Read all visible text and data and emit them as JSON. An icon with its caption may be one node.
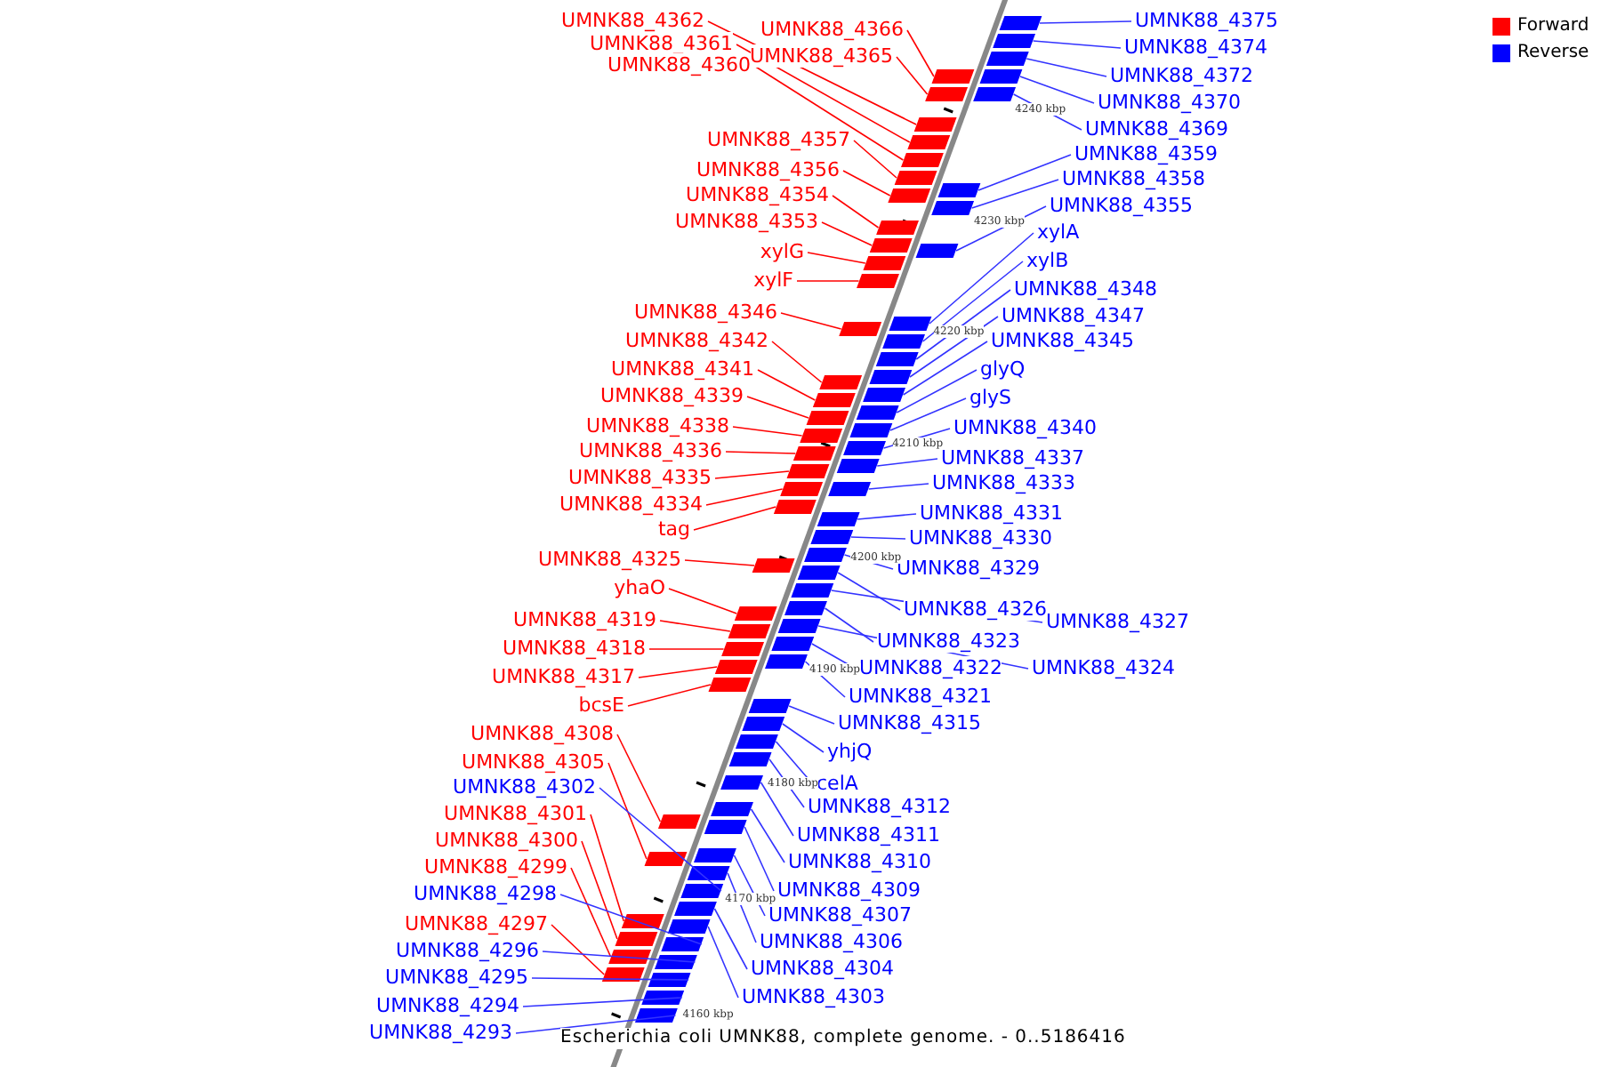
{
  "diagram": {
    "caption": "Escherichia coli UMNK88, complete genome. - 0..5186416",
    "nodes": [
      {
        "text": [
          "UMNK88_4362"
        ]
      },
      {
        "text": [
          "UMNK88_4366"
        ]
      },
      {
        "text": [
          "UMNK88_4361"
        ]
      },
      {
        "text": [
          "UMNK88_4365"
        ]
      },
      {
        "text": [
          "UMNK88_4360"
        ]
      },
      {
        "text": [
          "UMNK88_4357"
        ]
      },
      {
        "text": [
          "UMNK88_4356"
        ]
      },
      {
        "text": [
          "UMNK88_4354"
        ]
      },
      {
        "text": [
          "UMNK88_4353"
        ]
      },
      {
        "text": [
          "xylG"
        ]
      },
      {
        "text": [
          "xylF"
        ]
      },
      {
        "text": [
          "UMNK88_4346"
        ]
      },
      {
        "text": [
          "UMNK88_4342"
        ]
      },
      {
        "text": [
          "UMNK88_4341"
        ]
      },
      {
        "text": [
          "UMNK88_4339"
        ]
      },
      {
        "text": [
          "UMNK88_4338"
        ]
      },
      {
        "text": [
          "UMNK88_4336"
        ]
      },
      {
        "text": [
          "UMNK88_4335"
        ]
      },
      {
        "text": [
          "UMNK88_4334"
        ]
      },
      {
        "text": [
          "tag"
        ]
      },
      {
        "text": [
          "UMNK88_4325"
        ]
      },
      {
        "text": [
          "yhaO"
        ]
      },
      {
        "text": [
          "UMNK88_4319"
        ]
      },
      {
        "text": [
          "UMNK88_4318"
        ]
      },
      {
        "text": [
          "UMNK88_4317"
        ]
      },
      {
        "text": [
          "bcsE"
        ]
      },
      {
        "text": [
          "UMNK88_4308"
        ]
      },
      {
        "text": [
          "UMNK88_4305"
        ]
      },
      {
        "text": [
          "UMNK88_4302"
        ]
      },
      {
        "text": [
          "UMNK88_4301"
        ]
      },
      {
        "text": [
          "UMNK88_4300"
        ]
      },
      {
        "text": [
          "UMNK88_4299"
        ]
      },
      {
        "text": [
          "UMNK88_4298"
        ]
      },
      {
        "text": [
          "UMNK88_4297"
        ]
      },
      {
        "text": [
          "UMNK88_4296"
        ]
      },
      {
        "text": [
          "UMNK88_4295"
        ]
      },
      {
        "text": [
          "UMNK88_4294"
        ]
      },
      {
        "text": [
          "UMNK88_4293"
        ]
      },
      {
        "text": [
          "UMNK88_4375"
        ]
      },
      {
        "text": [
          "UMNK88_4374"
        ]
      },
      {
        "text": [
          "UMNK88_4372"
        ]
      },
      {
        "text": [
          "UMNK88_4370"
        ]
      },
      {
        "text": [
          "UMNK88_4369"
        ]
      },
      {
        "text": [
          "UMNK88_4359"
        ]
      },
      {
        "text": [
          "UMNK88_4358"
        ]
      },
      {
        "text": [
          "UMNK88_4355"
        ]
      },
      {
        "text": [
          "xylA"
        ]
      },
      {
        "text": [
          "xylB"
        ]
      },
      {
        "text": [
          "UMNK88_4348"
        ]
      },
      {
        "text": [
          "UMNK88_4347"
        ]
      },
      {
        "text": [
          "UMNK88_4345"
        ]
      },
      {
        "text": [
          "glyQ"
        ]
      },
      {
        "text": [
          "glyS"
        ]
      },
      {
        "text": [
          "UMNK88_4340"
        ]
      },
      {
        "text": [
          "UMNK88_4337"
        ]
      },
      {
        "text": [
          "UMNK88_4333"
        ]
      },
      {
        "text": [
          "UMNK88_4331"
        ]
      },
      {
        "text": [
          "UMNK88_4330"
        ]
      },
      {
        "text": [
          "UMNK88_4329"
        ]
      },
      {
        "text": [
          "UMNK88_4326"
        ]
      },
      {
        "text": [
          "UMNK88_4327"
        ]
      },
      {
        "text": [
          "UMNK88_4323"
        ]
      },
      {
        "text": [
          "UMNK88_4324"
        ]
      },
      {
        "text": [
          "UMNK88_4322"
        ]
      },
      {
        "text": [
          "UMNK88_4321"
        ]
      },
      {
        "text": [
          "UMNK88_4315"
        ]
      },
      {
        "text": [
          "yhjQ"
        ]
      },
      {
        "text": [
          "celA"
        ]
      },
      {
        "text": [
          "UMNK88_4312"
        ]
      },
      {
        "text": [
          "UMNK88_4311"
        ]
      },
      {
        "text": [
          "UMNK88_4310"
        ]
      },
      {
        "text": [
          "UMNK88_4309"
        ]
      },
      {
        "text": [
          "UMNK88_4307"
        ]
      },
      {
        "text": [
          "UMNK88_4306"
        ]
      },
      {
        "text": [
          "UMNK88_4304"
        ]
      },
      {
        "text": [
          "UMNK88_4303"
        ]
      },
      {
        "text": [],
        "shape": "bar"
      },
      {
        "text": [],
        "shape": "bar"
      },
      {
        "text": [],
        "shape": "bar"
      },
      {
        "text": [],
        "shape": "bar"
      },
      {
        "text": [],
        "shape": "bar"
      },
      {
        "text": [],
        "shape": "bar"
      },
      {
        "text": [],
        "shape": "bar"
      },
      {
        "text": [],
        "shape": "bar"
      },
      {
        "text": [],
        "shape": "bar"
      },
      {
        "text": [],
        "shape": "bar"
      },
      {
        "text": [],
        "shape": "bar"
      },
      {
        "text": [],
        "shape": "bar"
      },
      {
        "text": [],
        "shape": "bar"
      },
      {
        "text": [],
        "shape": "bar"
      },
      {
        "text": [],
        "shape": "bar"
      },
      {
        "text": [],
        "shape": "bar"
      },
      {
        "text": [],
        "shape": "bar"
      },
      {
        "text": [],
        "shape": "bar"
      },
      {
        "text": [],
        "shape": "bar"
      },
      {
        "text": [],
        "shape": "bar"
      },
      {
        "text": [],
        "shape": "bar"
      },
      {
        "text": [],
        "shape": "bar"
      },
      {
        "text": [],
        "shape": "bar"
      },
      {
        "text": [],
        "shape": "bar"
      },
      {
        "text": [],
        "shape": "bar"
      },
      {
        "text": [],
        "shape": "bar"
      },
      {
        "text": [],
        "shape": "bar"
      },
      {
        "text": [],
        "shape": "bar"
      },
      {
        "text": [],
        "shape": "bar"
      },
      {
        "text": [],
        "shape": "bar"
      },
      {
        "text": [],
        "shape": "bar"
      },
      {
        "text": [],
        "shape": "bar"
      },
      {
        "text": [],
        "shape": "bar"
      },
      {
        "text": [],
        "shape": "bar"
      },
      {
        "text": [],
        "shape": "bar"
      },
      {
        "text": [],
        "shape": "bar"
      },
      {
        "text": [],
        "shape": "bar"
      },
      {
        "text": [],
        "shape": "bar"
      },
      {
        "text": [],
        "shape": "bar"
      },
      {
        "text": [],
        "shape": "bar"
      },
      {
        "text": [],
        "shape": "bar"
      },
      {
        "text": [],
        "shape": "bar"
      },
      {
        "text": [],
        "shape": "bar"
      },
      {
        "text": [],
        "shape": "bar"
      },
      {
        "text": [],
        "shape": "bar"
      },
      {
        "text": [],
        "shape": "bar"
      },
      {
        "text": [],
        "shape": "bar"
      },
      {
        "text": [],
        "shape": "bar"
      },
      {
        "text": [],
        "shape": "bar"
      },
      {
        "text": [],
        "shape": "bar"
      },
      {
        "text": [],
        "shape": "bar"
      },
      {
        "text": [],
        "shape": "bar"
      },
      {
        "text": [],
        "shape": "bar"
      },
      {
        "text": [],
        "shape": "bar"
      },
      {
        "text": [],
        "shape": "bar"
      },
      {
        "text": [],
        "shape": "bar"
      },
      {
        "text": [],
        "shape": "bar"
      },
      {
        "text": [],
        "shape": "bar"
      },
      {
        "text": [],
        "shape": "bar"
      },
      {
        "text": [],
        "shape": "bar"
      },
      {
        "text": [],
        "shape": "bar"
      },
      {
        "text": [],
        "shape": "bar"
      },
      {
        "text": [],
        "shape": "bar"
      },
      {
        "text": [],
        "shape": "bar"
      },
      {
        "text": [],
        "shape": "bar"
      },
      {
        "text": [],
        "shape": "bar"
      },
      {
        "text": [],
        "shape": "bar"
      },
      {
        "text": [],
        "shape": "bar"
      },
      {
        "text": [],
        "shape": "bar"
      },
      {
        "text": [],
        "shape": "bar"
      },
      {
        "text": [],
        "shape": "bar"
      },
      {
        "text": [],
        "shape": "bar"
      },
      {
        "text": [],
        "shape": "bar"
      },
      {
        "text": [],
        "shape": "bar"
      },
      {
        "text": [],
        "shape": "bar"
      },
      {
        "text": [],
        "shape": "bar"
      }
    ],
    "edges": [
      {
        "from": 0,
        "to": 76,
        "arrow": "none",
        "color": "#ff0000"
      },
      {
        "from": 1,
        "to": 77,
        "arrow": "none",
        "color": "#ff0000"
      },
      {
        "from": 2,
        "to": 78,
        "arrow": "none",
        "color": "#ff0000"
      },
      {
        "from": 3,
        "to": 79,
        "arrow": "none",
        "color": "#ff0000"
      },
      {
        "from": 4,
        "to": 80,
        "arrow": "none",
        "color": "#ff0000"
      },
      {
        "from": 5,
        "to": 81,
        "arrow": "none",
        "color": "#ff0000"
      },
      {
        "from": 6,
        "to": 82,
        "arrow": "none",
        "color": "#ff0000"
      },
      {
        "from": 7,
        "to": 83,
        "arrow": "none",
        "color": "#ff0000"
      },
      {
        "from": 8,
        "to": 84,
        "arrow": "none",
        "color": "#ff0000"
      },
      {
        "from": 9,
        "to": 85,
        "arrow": "none",
        "color": "#ff0000"
      },
      {
        "from": 10,
        "to": 86,
        "arrow": "none",
        "color": "#ff0000"
      },
      {
        "from": 11,
        "to": 87,
        "arrow": "none",
        "color": "#ff0000"
      },
      {
        "from": 12,
        "to": 88,
        "arrow": "none",
        "color": "#ff0000"
      },
      {
        "from": 13,
        "to": 89,
        "arrow": "none",
        "color": "#ff0000"
      },
      {
        "from": 14,
        "to": 90,
        "arrow": "none",
        "color": "#ff0000"
      },
      {
        "from": 15,
        "to": 91,
        "arrow": "none",
        "color": "#ff0000"
      },
      {
        "from": 16,
        "to": 92,
        "arrow": "none",
        "color": "#ff0000"
      },
      {
        "from": 17,
        "to": 93,
        "arrow": "none",
        "color": "#ff0000"
      },
      {
        "from": 18,
        "to": 94,
        "arrow": "none",
        "color": "#ff0000"
      },
      {
        "from": 19,
        "to": 95,
        "arrow": "none",
        "color": "#ff0000"
      },
      {
        "from": 20,
        "to": 96,
        "arrow": "none",
        "color": "#ff0000"
      },
      {
        "from": 21,
        "to": 97,
        "arrow": "none",
        "color": "#ff0000"
      },
      {
        "from": 22,
        "to": 98,
        "arrow": "none",
        "color": "#ff0000"
      },
      {
        "from": 23,
        "to": 99,
        "arrow": "none",
        "color": "#ff0000"
      },
      {
        "from": 24,
        "to": 100,
        "arrow": "none",
        "color": "#ff0000"
      },
      {
        "from": 25,
        "to": 101,
        "arrow": "none",
        "color": "#ff0000"
      },
      {
        "from": 26,
        "to": 102,
        "arrow": "none",
        "color": "#ff0000"
      },
      {
        "from": 27,
        "to": 103,
        "arrow": "none",
        "color": "#ff0000"
      },
      {
        "from": 28,
        "to": 104,
        "arrow": "none"
      },
      {
        "from": 29,
        "to": 105,
        "arrow": "none",
        "color": "#ff0000"
      },
      {
        "from": 30,
        "to": 106,
        "arrow": "none",
        "color": "#ff0000"
      },
      {
        "from": 31,
        "to": 107,
        "arrow": "none",
        "color": "#ff0000"
      },
      {
        "from": 32,
        "to": 108,
        "arrow": "none"
      },
      {
        "from": 33,
        "to": 109,
        "arrow": "none",
        "color": "#ff0000"
      },
      {
        "from": 34,
        "to": 110,
        "arrow": "none"
      },
      {
        "from": 35,
        "to": 111,
        "arrow": "none"
      },
      {
        "from": 36,
        "to": 112,
        "arrow": "none"
      },
      {
        "from": 37,
        "to": 113,
        "arrow": "none"
      },
      {
        "from": 38,
        "to": 114,
        "arrow": "none"
      },
      {
        "from": 39,
        "to": 115,
        "arrow": "none"
      },
      {
        "from": 40,
        "to": 116,
        "arrow": "none"
      },
      {
        "from": 41,
        "to": 117,
        "arrow": "none"
      },
      {
        "from": 42,
        "to": 118,
        "arrow": "none"
      },
      {
        "from": 43,
        "to": 119,
        "arrow": "none"
      },
      {
        "from": 44,
        "to": 120,
        "arrow": "none"
      },
      {
        "from": 45,
        "to": 121,
        "arrow": "none"
      },
      {
        "from": 46,
        "to": 122,
        "arrow": "none"
      },
      {
        "from": 47,
        "to": 123,
        "arrow": "none"
      },
      {
        "from": 48,
        "to": 124,
        "arrow": "none"
      },
      {
        "from": 49,
        "to": 125,
        "arrow": "none"
      },
      {
        "from": 50,
        "to": 126,
        "arrow": "none"
      },
      {
        "from": 51,
        "to": 127,
        "arrow": "none"
      },
      {
        "from": 52,
        "to": 128,
        "arrow": "none"
      },
      {
        "from": 53,
        "to": 129,
        "arrow": "none"
      },
      {
        "from": 54,
        "to": 130,
        "arrow": "none"
      },
      {
        "from": 55,
        "to": 131,
        "arrow": "none"
      },
      {
        "from": 56,
        "to": 132,
        "arrow": "none"
      },
      {
        "from": 57,
        "to": 133,
        "arrow": "none"
      },
      {
        "from": 58,
        "to": 134,
        "arrow": "none"
      },
      {
        "from": 59,
        "to": 135,
        "arrow": "none"
      },
      {
        "from": 60,
        "to": 136,
        "arrow": "none"
      },
      {
        "from": 61,
        "to": 137,
        "arrow": "none"
      },
      {
        "from": 62,
        "to": 138,
        "arrow": "none"
      },
      {
        "from": 63,
        "to": 139,
        "arrow": "none"
      },
      {
        "from": 64,
        "to": 140,
        "arrow": "none"
      },
      {
        "from": 65,
        "to": 141,
        "arrow": "none"
      },
      {
        "from": 66,
        "to": 142,
        "arrow": "none"
      },
      {
        "from": 67,
        "to": 143,
        "arrow": "none"
      },
      {
        "from": 68,
        "to": 144,
        "arrow": "none"
      },
      {
        "from": 69,
        "to": 145,
        "arrow": "none"
      },
      {
        "from": 70,
        "to": 146,
        "arrow": "none"
      },
      {
        "from": 71,
        "to": 147,
        "arrow": "none"
      },
      {
        "from": 72,
        "to": 148,
        "arrow": "none"
      },
      {
        "from": 73,
        "to": 149,
        "arrow": "none"
      },
      {
        "from": 74,
        "to": 150,
        "arrow": "none"
      },
      {
        "from": 75,
        "to": 151,
        "arrow": "none"
      }
    ],
    "labels": [
      "4240 kbp",
      "4230 kbp",
      "4220 kbp",
      "4210 kbp",
      "4200 kbp",
      "4190 kbp",
      "4180 kbp",
      "4170 kbp",
      "4160 kbp"
    ],
    "legend": [
      {
        "text": "Forward",
        "color": "#ff0000"
      },
      {
        "text": "Reverse",
        "color": "#0000ff"
      }
    ]
  }
}
